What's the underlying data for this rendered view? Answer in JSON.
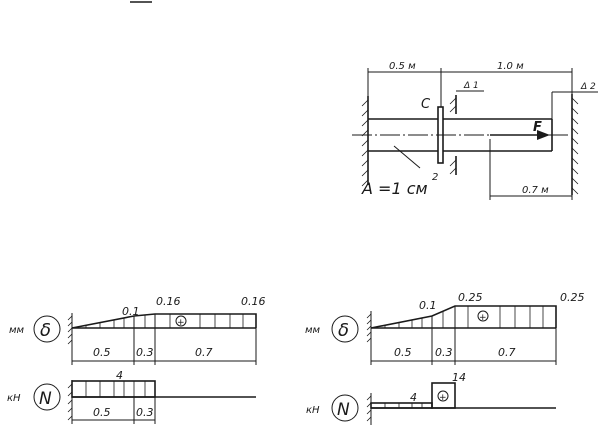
{
  "figure": {
    "label_C": "C",
    "label_F": "F",
    "dim_left": "0.5 м",
    "dim_right": "1.0 м",
    "dim_bottom": "0.7 м",
    "gap_1": "Δ 1",
    "gap_2": "Δ 2",
    "area_label": "A =1 см",
    "area_exp": "2"
  },
  "left_panel": {
    "delta_unit": "мм",
    "delta_symbol": "δ",
    "delta_values": [
      "0.1",
      "0.16",
      "0.16"
    ],
    "plus_sign": "+",
    "segments": [
      "0.5",
      "0.3",
      "0.7"
    ],
    "n_unit": "кН",
    "n_symbol": "N",
    "n_value": "4",
    "n_segments": [
      "0.5",
      "0.3"
    ]
  },
  "right_panel": {
    "delta_unit": "мм",
    "delta_symbol": "δ",
    "delta_values": [
      "0.1",
      "0.25",
      "0.25"
    ],
    "plus_sign": "+",
    "segments": [
      "0.5",
      "0.3",
      "0.7"
    ],
    "n_unit": "кН",
    "n_symbol": "N",
    "n_values": [
      "4",
      "14"
    ],
    "n_plus": "+"
  }
}
